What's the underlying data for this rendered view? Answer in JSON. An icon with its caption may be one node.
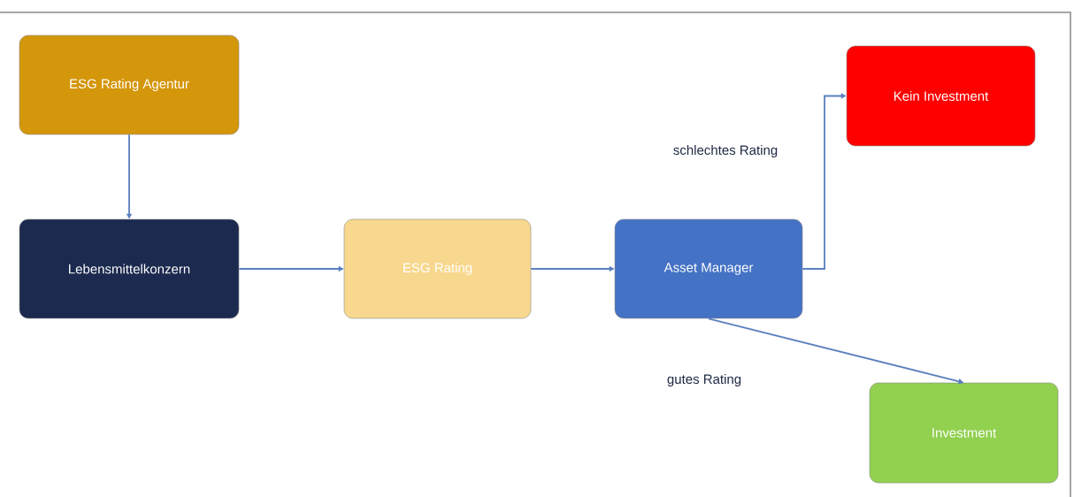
{
  "diagram": {
    "nodes": [
      {
        "text": [
          "ESG Rating Agentur"
        ]
      },
      {
        "text": [
          "Lebensmittelkonzern"
        ]
      },
      {
        "text": [
          "ESG Rating"
        ]
      },
      {
        "text": [
          "Asset Manager"
        ]
      },
      {
        "text": [
          "Kein Investment"
        ]
      },
      {
        "text": [
          "Investment"
        ]
      }
    ],
    "edges": [
      {
        "from": 0,
        "to": 1,
        "arrow": "to"
      },
      {
        "from": 1,
        "to": 2,
        "arrow": "to"
      },
      {
        "from": 2,
        "to": 3,
        "arrow": "to"
      },
      {
        "from": 3,
        "to": 4,
        "arrow": "to",
        "label": "schlechtes Rating"
      },
      {
        "from": 3,
        "to": 5,
        "arrow": "to",
        "label": "gutes Rating"
      }
    ]
  }
}
